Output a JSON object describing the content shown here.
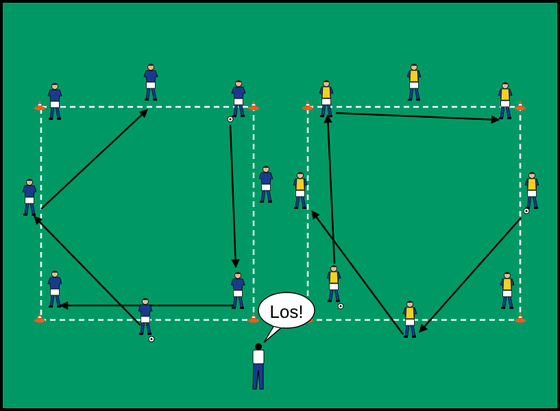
{
  "coach": {
    "speech": "Los!"
  },
  "colors": {
    "pitch": "#009966",
    "frame": "#000000",
    "shirt": "#1a3a8c",
    "bib": "#f5d020",
    "shorts": "#ffffff",
    "cone": "#f05a1e",
    "coach_shirt": "#ffffff",
    "coach_pants": "#1a3a8c"
  },
  "drill": {
    "zones": [
      {
        "name": "left-square",
        "team": "blue"
      },
      {
        "name": "right-square",
        "team": "yellow-bibs"
      }
    ]
  }
}
